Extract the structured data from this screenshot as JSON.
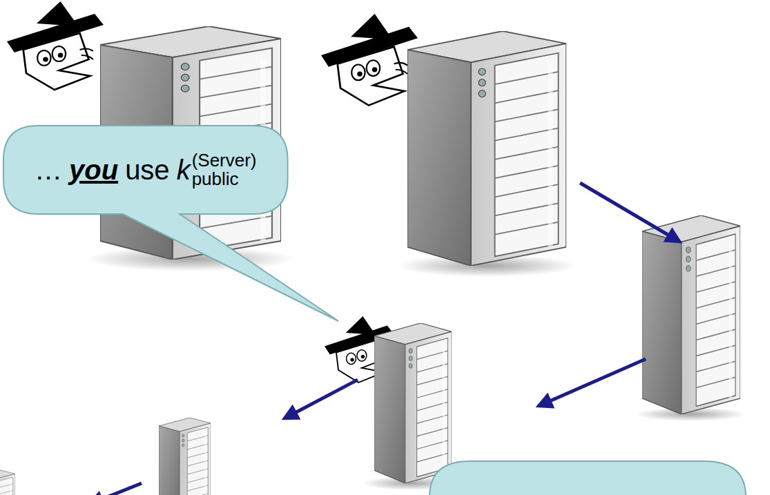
{
  "diagram": {
    "nodes": [
      {
        "text": [
          "…",
          "you",
          "use",
          "k",
          "(Server)",
          "public"
        ]
      }
    ]
  }
}
